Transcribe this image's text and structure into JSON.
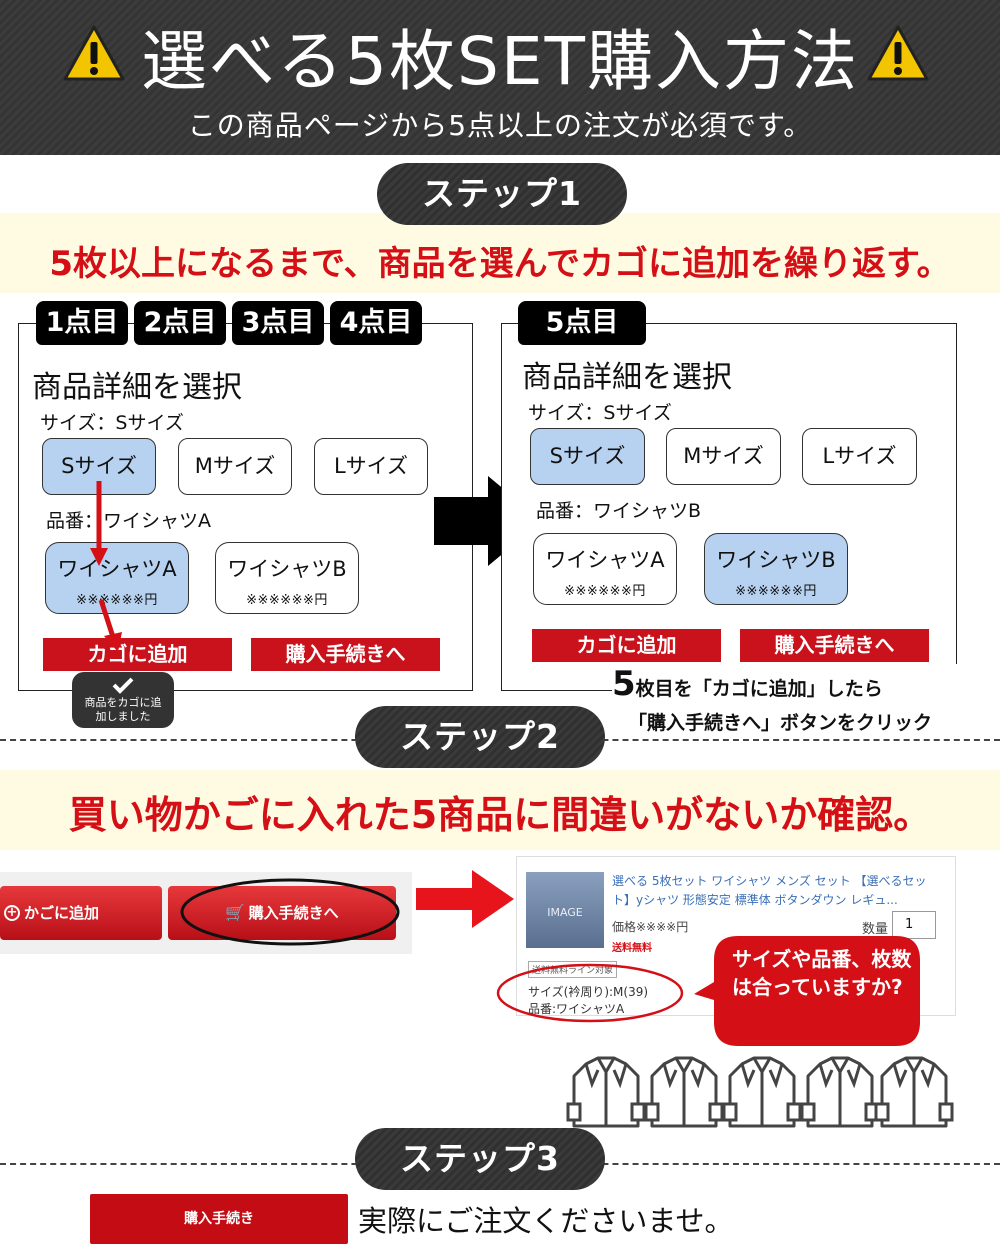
{
  "header": {
    "title": "選べる5枚SET購入方法",
    "subtitle": "この商品ページから5点以上の注文が必須です。"
  },
  "colors": {
    "accent_red": "#d40f16",
    "selected_blue": "#b7d2f0",
    "header_dark": "#383838",
    "band_yellow": "#fffbe3"
  },
  "step1": {
    "label": "ステップ1",
    "headline": "5枚以上になるまで、商品を選んでカゴに追加を繰り返す。",
    "left_panel": {
      "tabs": [
        "1点目",
        "2点目",
        "3点目",
        "4点目"
      ],
      "title": "商品詳細を選択",
      "size_label": "サイズ：Sサイズ",
      "sizes": [
        "Sサイズ",
        "Mサイズ",
        "Lサイズ"
      ],
      "item_label": "品番：ワイシャツA",
      "products": [
        {
          "name": "ワイシャツA",
          "price": "※※※※※※円"
        },
        {
          "name": "ワイシャツB",
          "price": "※※※※※※円"
        }
      ],
      "add_to_cart": "カゴに追加",
      "checkout": "購入手続きへ",
      "toast": "商品をカゴに追加しました"
    },
    "right_panel": {
      "tab": "5点目",
      "title": "商品詳細を選択",
      "size_label": "サイズ：Sサイズ",
      "sizes": [
        "Sサイズ",
        "Mサイズ",
        "Lサイズ"
      ],
      "item_label": "品番：ワイシャツB",
      "products": [
        {
          "name": "ワイシャツA",
          "price": "※※※※※※円"
        },
        {
          "name": "ワイシャツB",
          "price": "※※※※※※円"
        }
      ],
      "add_to_cart": "カゴに追加",
      "checkout": "購入手続きへ"
    },
    "note": {
      "num": "5",
      "line1_a": "枚目を",
      "line1_b": "「カゴに追加」",
      "line1_c": "したら",
      "line2": "「購入手続きへ」ボタンをクリック"
    }
  },
  "step2": {
    "label": "ステップ2",
    "headline": "買い物かごに入れた5商品に間違いがないか確認。",
    "screenshot": {
      "add_to_cart": "かごに追加",
      "checkout": "購入手続きへ",
      "cart_title": "選べる 5枚セット ワイシャツ メンズ セット 【選べるセット】yシャツ 形態安定 標準体 ボタンダウン レギュ...",
      "image_label": "IMAGE",
      "price_label": "価格※※※※円",
      "quantity_label": "数量",
      "quantity_value": "1",
      "free_shipping": "送料無料",
      "free_shipping_line": "送料無料ライン対象",
      "size_detail": "サイズ(衿周り):M(39)",
      "item_detail": "品番:ワイシャツA"
    },
    "bubble": "サイズや品番、枚数は合っていますか?"
  },
  "step3": {
    "label": "ステップ3",
    "button": "購入手続き",
    "text": "実際にご注文くださいませ。"
  }
}
